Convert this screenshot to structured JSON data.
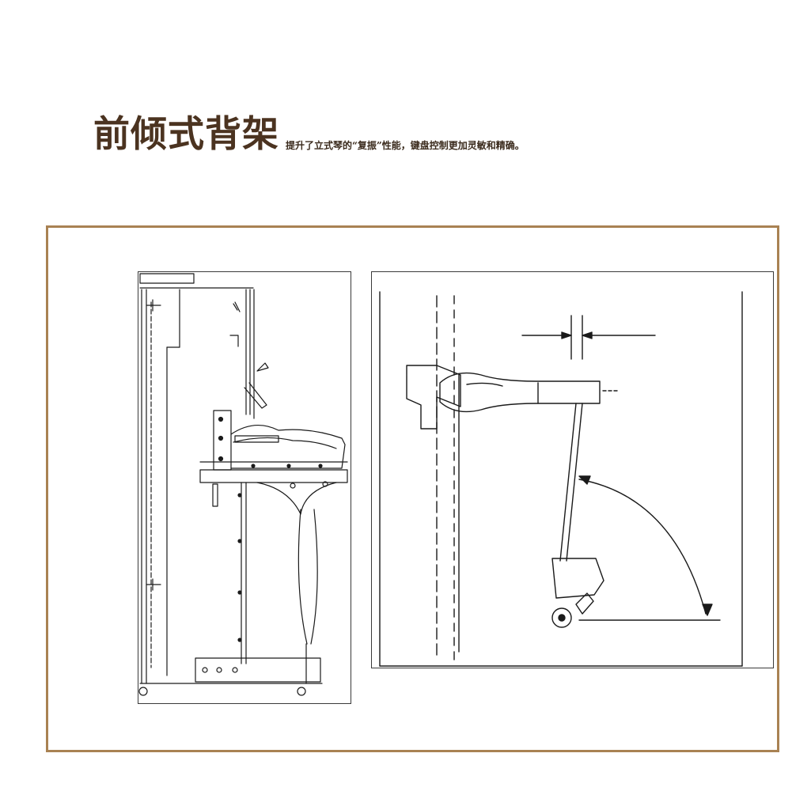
{
  "header": {
    "title": "前倾式背架",
    "subtitle": "提升了立式琴的“复振”性能，键盘控制更加灵敏和精确。"
  },
  "colors": {
    "title": "#4b3320",
    "subtitle": "#3a2a1c",
    "frame_border": "#a98253",
    "drawing_line": "#1a1a1a"
  },
  "figures": {
    "left": {
      "name": "piano-side-section-drawing"
    },
    "right": {
      "name": "hammer-angle-detail-drawing"
    }
  }
}
